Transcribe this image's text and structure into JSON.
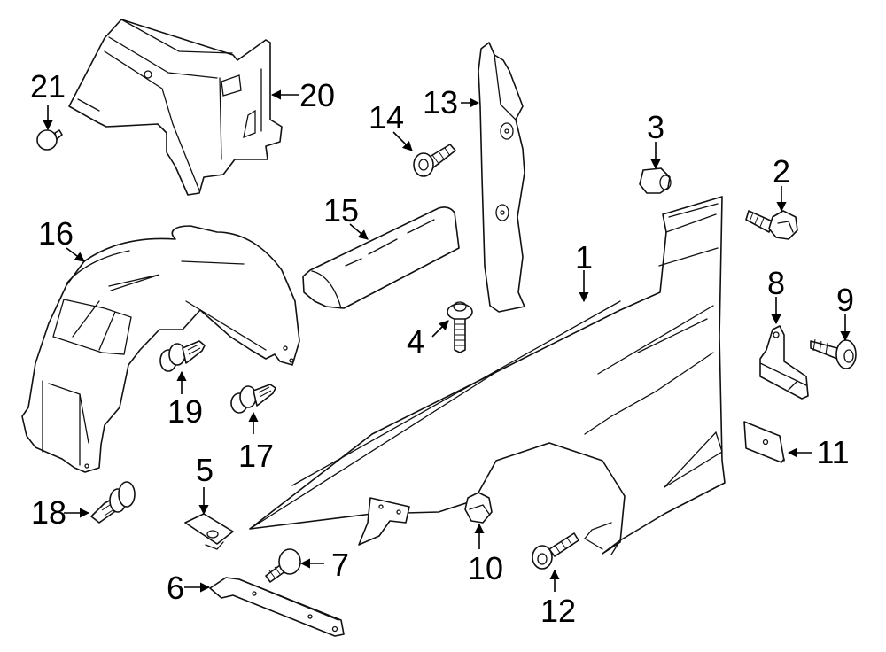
{
  "diagram": {
    "type": "exploded-parts-diagram",
    "subject": "front fender and related components",
    "line_color": "#111111",
    "background": "#ffffff",
    "callouts": [
      {
        "id": "1",
        "label": "1",
        "part": "fender"
      },
      {
        "id": "2",
        "label": "2",
        "part": "bolt"
      },
      {
        "id": "3",
        "label": "3",
        "part": "bumper-cap"
      },
      {
        "id": "4",
        "label": "4",
        "part": "bolt"
      },
      {
        "id": "5",
        "label": "5",
        "part": "clip-nut"
      },
      {
        "id": "6",
        "label": "6",
        "part": "bracket"
      },
      {
        "id": "7",
        "label": "7",
        "part": "bolt"
      },
      {
        "id": "8",
        "label": "8",
        "part": "bracket"
      },
      {
        "id": "9",
        "label": "9",
        "part": "bolt"
      },
      {
        "id": "10",
        "label": "10",
        "part": "nut"
      },
      {
        "id": "11",
        "label": "11",
        "part": "plate"
      },
      {
        "id": "12",
        "label": "12",
        "part": "bolt"
      },
      {
        "id": "13",
        "label": "13",
        "part": "fender-bracket"
      },
      {
        "id": "14",
        "label": "14",
        "part": "bolt"
      },
      {
        "id": "15",
        "label": "15",
        "part": "insulator"
      },
      {
        "id": "16",
        "label": "16",
        "part": "fender-liner"
      },
      {
        "id": "17",
        "label": "17",
        "part": "push-retainer"
      },
      {
        "id": "18",
        "label": "18",
        "part": "push-retainer"
      },
      {
        "id": "19",
        "label": "19",
        "part": "push-retainer"
      },
      {
        "id": "20",
        "label": "20",
        "part": "rear-liner"
      },
      {
        "id": "21",
        "label": "21",
        "part": "push-retainer"
      }
    ]
  }
}
